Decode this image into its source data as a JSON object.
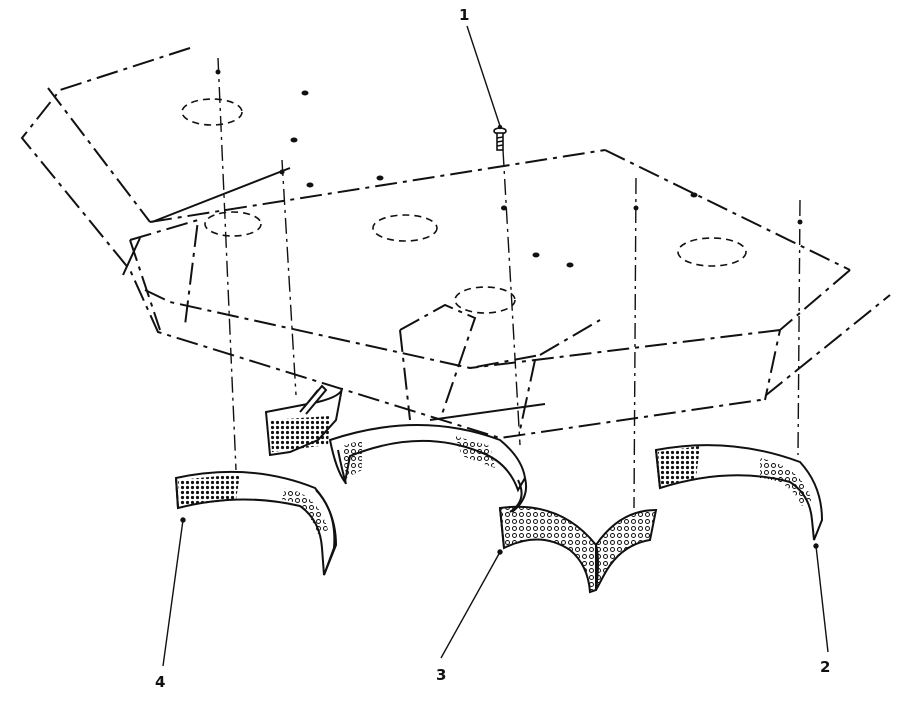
{
  "diagram": {
    "callouts": [
      {
        "id": "1",
        "label": "1",
        "part": "screw"
      },
      {
        "id": "2",
        "label": "2",
        "part": "right-liner"
      },
      {
        "id": "3",
        "label": "3",
        "part": "center-liner"
      },
      {
        "id": "4",
        "label": "4",
        "part": "left-liner"
      }
    ],
    "colors": {
      "ink": "#111111",
      "paper": "#ffffff"
    }
  }
}
